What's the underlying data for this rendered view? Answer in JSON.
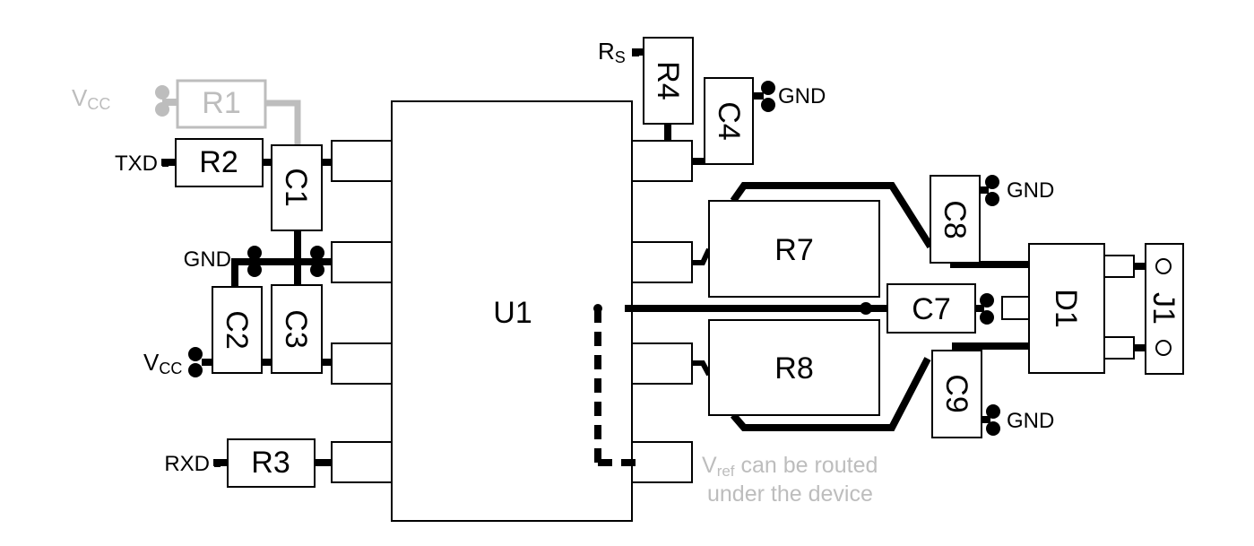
{
  "components": {
    "U1": "U1",
    "R1": "R1",
    "R2": "R2",
    "R3": "R3",
    "R4": "R4",
    "R7": "R7",
    "R8": "R8",
    "C1": "C1",
    "C2": "C2",
    "C3": "C3",
    "C4": "C4",
    "C7": "C7",
    "C8": "C8",
    "C9": "C9",
    "D1": "D1",
    "J1": "J1"
  },
  "nets": {
    "vcc_main": "V",
    "vcc_sub": "CC",
    "txd": "TXD",
    "rxd": "RXD",
    "gnd": "GND",
    "rs_main": "R",
    "rs_sub": "S",
    "vref_main": "V",
    "vref_sub": "ref",
    "vref_note_1": " can be routed",
    "vref_note_2": "under the device"
  },
  "colors": {
    "trace": "#000000",
    "deemphasized": "#bdbdbd",
    "background": "#ffffff"
  }
}
